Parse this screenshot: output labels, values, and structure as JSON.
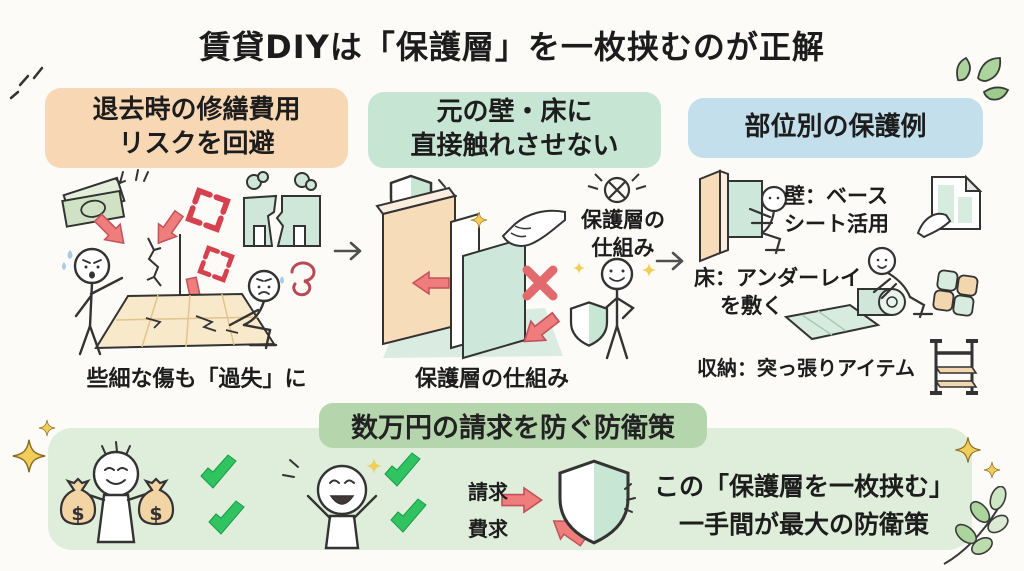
{
  "title": "賃貸DIYは「保護層」を一枚挟むのが正解",
  "panels": {
    "repair_risk": {
      "header_line1": "退去時の修繕費用",
      "header_line2": "リスクを回避",
      "caption": "些細な傷も「過失」に"
    },
    "no_direct_contact": {
      "header_line1": "元の壁・床に",
      "header_line2": "直接触れさせない",
      "side_label_line1": "保護層の",
      "side_label_line2": "仕組み",
      "caption": "保護層の仕組み"
    },
    "protection_examples": {
      "header": "部位別の保護例",
      "wall_line1": "壁：ベース",
      "wall_line2": "シート活用",
      "floor_line1": "床：アンダーレイ",
      "floor_line2": "を敷く",
      "storage": "収納：突っ張りアイテム"
    }
  },
  "bottom": {
    "header": "数万円の請求を防ぐ防衛策",
    "deflect_label_top": "請求",
    "deflect_label_bottom": "費求",
    "message_line1": "この「保護層を一枚挟む」",
    "message_line2": "一手間が最大の防衛策",
    "money_symbol": "$"
  },
  "icons": {
    "flow": "arrow-right-icon",
    "anger": "anger-mark-icon",
    "shield": "shield-icon",
    "check": "check-mark-icon",
    "prohibit": "crossed-circle-icon",
    "decorations": [
      "sparkle-star-icon",
      "leaf-icon"
    ]
  },
  "colors": {
    "background": "#fcfbf7",
    "header_orange": "#f8d8b4",
    "header_mint": "#c7e5d3",
    "header_blue": "#c3dfec",
    "bottom_header_green": "#b5d5ad",
    "bottom_panel_green": "#dfeeda",
    "alert_red": "#ee7d7b",
    "anger_red": "#d6414f",
    "check_green": "#2fc45f",
    "wall_peach": "#f7dcba",
    "sheet_mint": "#cde8da",
    "floor_wood": "#f8e9ca",
    "money_tan": "#f3d5a5",
    "bill_green": "#cfe3c4",
    "sparkle_yellow": "#f2cd5a",
    "leaf_green": "#abd59c",
    "ink": "#222222"
  }
}
